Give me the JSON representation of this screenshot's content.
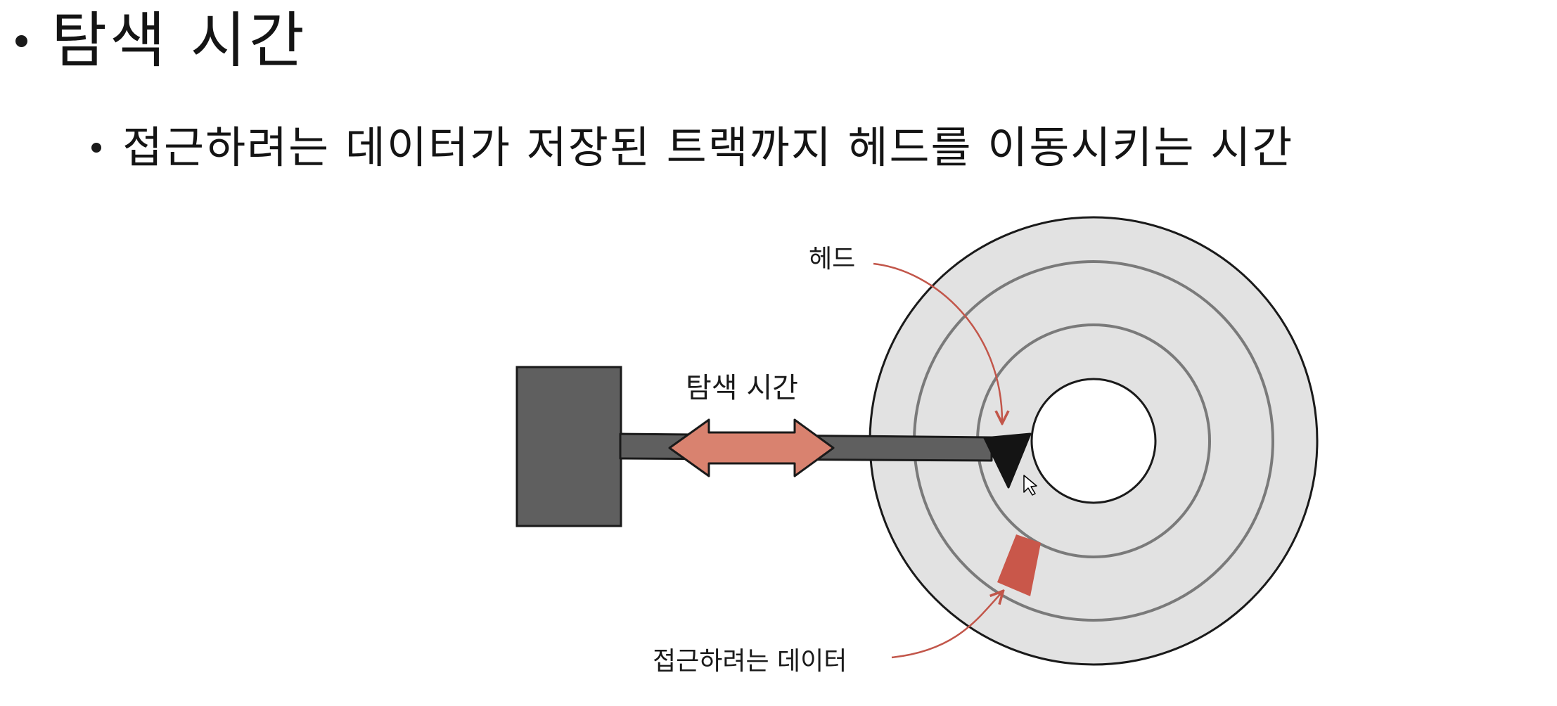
{
  "heading": {
    "title": "탐색 시간",
    "subtitle": "접근하려는 데이터가 저장된 트랙까지 헤드를 이동시키는 시간"
  },
  "diagram": {
    "labels": {
      "head": "헤드",
      "seek_time": "탐색 시간",
      "target_data": "접근하려는 데이터"
    },
    "colors": {
      "platter": "#e2e2e2",
      "track_line": "#7a7a7a",
      "arm": "#5f5f5f",
      "head": "#141414",
      "arrow_fill": "#d9826f",
      "target_sector": "#c9574a",
      "annotation_arrow": "#c2564a"
    }
  }
}
